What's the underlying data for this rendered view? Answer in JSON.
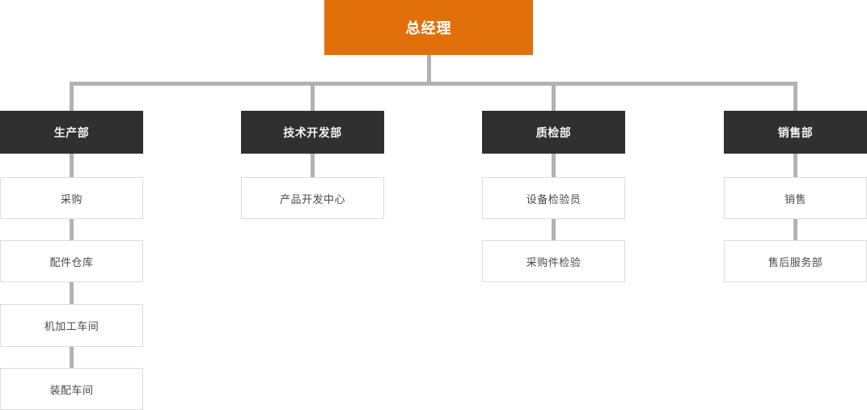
{
  "chart": {
    "type": "org-chart",
    "title": "",
    "colors": {
      "root_bg": "#e2700a",
      "root_text": "#ffffff",
      "dept_bg": "#303030",
      "dept_text": "#f2f2f2",
      "unit_bg": "#ffffff",
      "unit_border": "#dcdcdc",
      "unit_text": "#4a4a4a",
      "connector": "#b2b2b2"
    },
    "root": {
      "label": "总经理"
    },
    "branches": [
      {
        "label": "生产部",
        "children": [
          {
            "label": "采购"
          },
          {
            "label": "配件仓库"
          },
          {
            "label": "机加工车间"
          },
          {
            "label": "装配车间"
          }
        ]
      },
      {
        "label": "技术开发部",
        "children": [
          {
            "label": "产品开发中心"
          }
        ]
      },
      {
        "label": "质检部",
        "children": [
          {
            "label": "设备检验员"
          },
          {
            "label": "采购件检验"
          }
        ]
      },
      {
        "label": "销售部",
        "children": [
          {
            "label": "销售"
          },
          {
            "label": "售后服务部"
          }
        ]
      }
    ]
  }
}
